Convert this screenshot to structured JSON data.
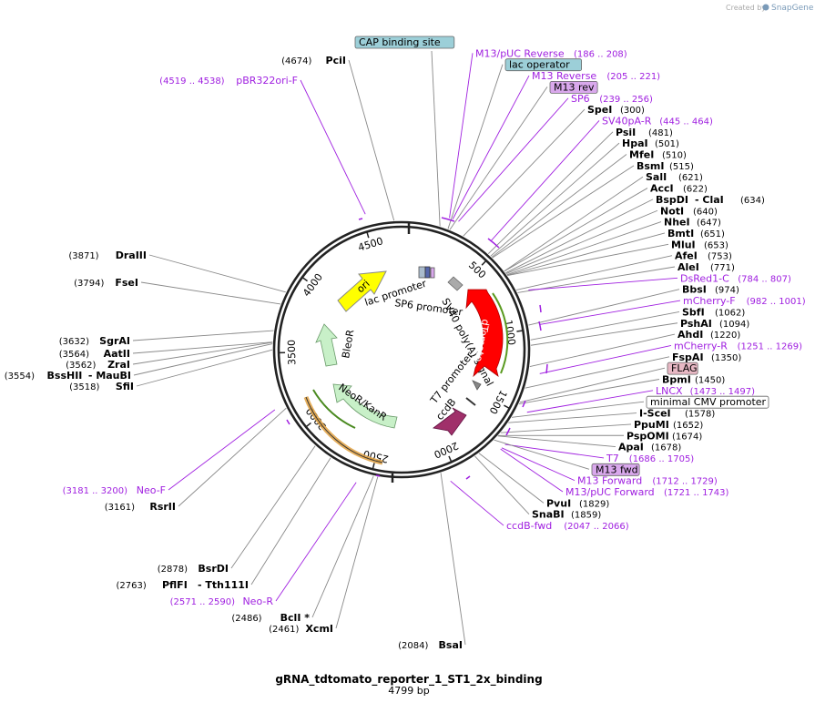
{
  "header": {
    "credit": "Created by",
    "brand": "SnapGene"
  },
  "plasmid": {
    "name": "gRNA_tdtomato_reporter_1_ST1_2x_binding",
    "length_label": "4799 bp",
    "length": 4799
  },
  "ticks": [
    "500",
    "1000",
    "1500",
    "2000",
    "2500",
    "3000",
    "3500",
    "4000",
    "4500"
  ],
  "features": {
    "ori": "ori",
    "lac_promoter": "lac promoter",
    "sp6_promoter": "SP6 promoter",
    "sv40_polya": "SV40 poly(A) signal",
    "dtomato": "dTomato",
    "bleor": "BleoR",
    "neor": "NeoR/KanR",
    "t7_promoter": "T7 promoter",
    "ccdb": "ccdB"
  },
  "right_labels": [
    {
      "name": "CAP binding site",
      "type": "box",
      "color": "#9ccfd8"
    },
    {
      "name": "M13/pUC Reverse",
      "pos": "(186 .. 208)",
      "type": "primer"
    },
    {
      "name": "lac operator",
      "type": "box",
      "color": "#9ccfd8"
    },
    {
      "name": "M13 Reverse",
      "pos": "(205 .. 221)",
      "type": "primer"
    },
    {
      "name": "M13 rev",
      "type": "box",
      "color": "#d9a8ec"
    },
    {
      "name": "SP6",
      "pos": "(239 .. 256)",
      "type": "primer"
    },
    {
      "name": "SpeI",
      "pos": "(300)",
      "type": "enzyme"
    },
    {
      "name": "SV40pA-R",
      "pos": "(445 .. 464)",
      "type": "primer"
    },
    {
      "name": "PsiI",
      "pos": "(481)",
      "type": "enzyme"
    },
    {
      "name": "HpaI",
      "pos": "(501)",
      "type": "enzyme"
    },
    {
      "name": "MfeI",
      "pos": "(510)",
      "type": "enzyme"
    },
    {
      "name": "BsmI",
      "pos": "(515)",
      "type": "enzyme"
    },
    {
      "name": "SalI",
      "pos": "(621)",
      "type": "enzyme"
    },
    {
      "name": "AccI",
      "pos": "(622)",
      "type": "enzyme"
    },
    {
      "name": "BspDI",
      "alt": "- ClaI",
      "pos": "(634)",
      "type": "enzyme"
    },
    {
      "name": "NotI",
      "pos": "(640)",
      "type": "enzyme"
    },
    {
      "name": "NheI",
      "pos": "(647)",
      "type": "enzyme"
    },
    {
      "name": "BmtI",
      "pos": "(651)",
      "type": "enzyme"
    },
    {
      "name": "MluI",
      "pos": "(653)",
      "type": "enzyme"
    },
    {
      "name": "AfeI",
      "pos": "(753)",
      "type": "enzyme"
    },
    {
      "name": "AleI",
      "pos": "(771)",
      "type": "enzyme"
    },
    {
      "name": "DsRed1-C",
      "pos": "(784 .. 807)",
      "type": "primer"
    },
    {
      "name": "BbsI",
      "pos": "(974)",
      "type": "enzyme"
    },
    {
      "name": "mCherry-F",
      "pos": "(982 .. 1001)",
      "type": "primer"
    },
    {
      "name": "SbfI",
      "pos": "(1062)",
      "type": "enzyme"
    },
    {
      "name": "PshAI",
      "pos": "(1094)",
      "type": "enzyme"
    },
    {
      "name": "AhdI",
      "pos": "(1220)",
      "type": "enzyme"
    },
    {
      "name": "mCherry-R",
      "pos": "(1251 .. 1269)",
      "type": "primer"
    },
    {
      "name": "FspAI",
      "pos": "(1350)",
      "type": "enzyme"
    },
    {
      "name": "FLAG",
      "type": "box",
      "color": "#e8b8c4"
    },
    {
      "name": "BpmI",
      "pos": "(1450)",
      "type": "enzyme"
    },
    {
      "name": "LNCX",
      "pos": "(1473 .. 1497)",
      "type": "primer"
    },
    {
      "name": "minimal CMV promoter",
      "type": "box",
      "color": "#ffffff"
    },
    {
      "name": "I-SceI",
      "pos": "(1578)",
      "type": "enzyme"
    },
    {
      "name": "PpuMI",
      "pos": "(1652)",
      "type": "enzyme"
    },
    {
      "name": "PspOMI",
      "pos": "(1674)",
      "type": "enzyme"
    },
    {
      "name": "ApaI",
      "pos": "(1678)",
      "type": "enzyme"
    },
    {
      "name": "T7",
      "pos": "(1686 .. 1705)",
      "type": "primer"
    },
    {
      "name": "M13 fwd",
      "type": "box",
      "color": "#d9a8ec"
    },
    {
      "name": "M13 Forward",
      "pos": "(1712 .. 1729)",
      "type": "primer"
    },
    {
      "name": "M13/pUC Forward",
      "pos": "(1721 .. 1743)",
      "type": "primer"
    },
    {
      "name": "PvuI",
      "pos": "(1829)",
      "type": "enzyme"
    },
    {
      "name": "SnaBI",
      "pos": "(1859)",
      "type": "enzyme"
    },
    {
      "name": "ccdB-fwd",
      "pos": "(2047 .. 2066)",
      "type": "primer"
    }
  ],
  "left_labels": [
    {
      "name": "PciI",
      "pos": "(4674)",
      "type": "enzyme"
    },
    {
      "name": "pBR322ori-F",
      "pos": "(4519 .. 4538)",
      "type": "primer"
    },
    {
      "name": "DraIII",
      "pos": "(3871)",
      "type": "enzyme"
    },
    {
      "name": "FseI",
      "pos": "(3794)",
      "type": "enzyme"
    },
    {
      "name": "SgrAI",
      "pos": "(3632)",
      "type": "enzyme"
    },
    {
      "name": "AatII",
      "pos": "(3564)",
      "type": "enzyme"
    },
    {
      "name": "ZraI",
      "pos": "(3562)",
      "type": "enzyme"
    },
    {
      "name": "BssHII",
      "alt": "- MauBI",
      "pos": "(3554)",
      "type": "enzyme"
    },
    {
      "name": "SfiI",
      "pos": "(3518)",
      "type": "enzyme"
    },
    {
      "name": "Neo-F",
      "pos": "(3181 .. 3200)",
      "type": "primer"
    },
    {
      "name": "RsrII",
      "pos": "(3161)",
      "type": "enzyme"
    },
    {
      "name": "BsrDI",
      "pos": "(2878)",
      "type": "enzyme"
    },
    {
      "name": "PflFI",
      "alt": "- Tth111I",
      "pos": "(2763)",
      "type": "enzyme"
    },
    {
      "name": "Neo-R",
      "pos": "(2571 .. 2590)",
      "type": "primer"
    },
    {
      "name": "BclI *",
      "pos": "(2486)",
      "type": "enzyme"
    },
    {
      "name": "XcmI",
      "pos": "(2461)",
      "type": "enzyme"
    },
    {
      "name": "BsaI",
      "pos": "(2084)",
      "type": "enzyme"
    }
  ],
  "colors": {
    "primer": "#a020e0",
    "ori": "#ffff00",
    "dtomato": "#ff0000",
    "bleor": "#c8f0c8",
    "neor": "#c8f0c8",
    "ccdb": "#a0306a",
    "backbone": "#222222"
  }
}
